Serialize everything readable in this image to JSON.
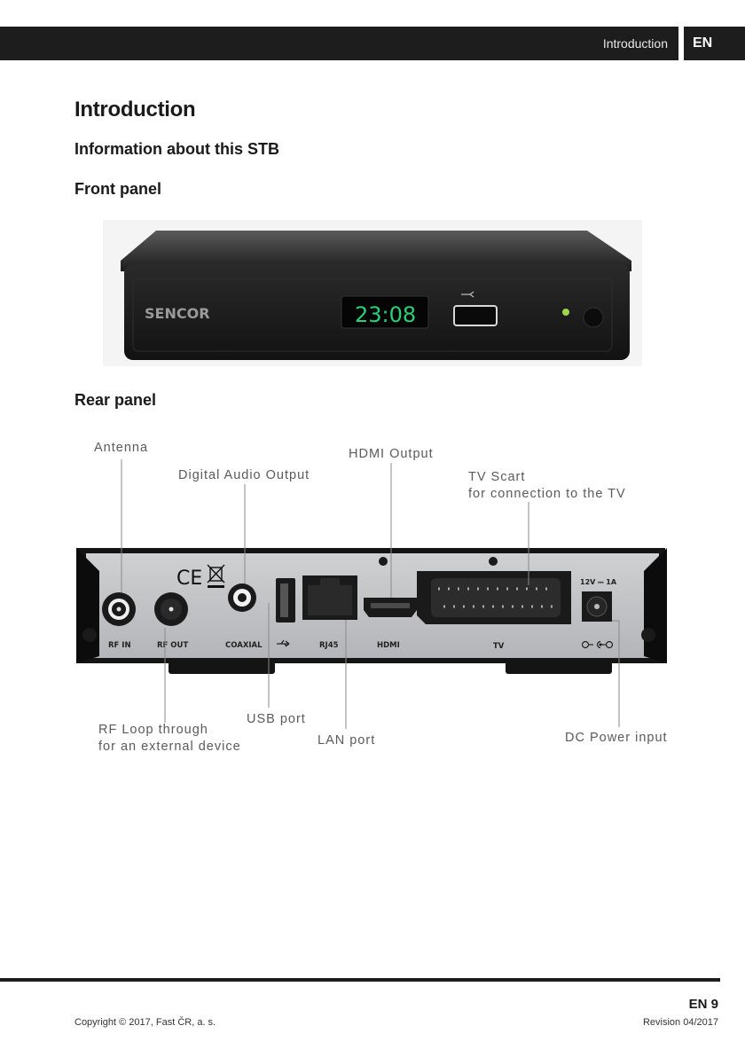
{
  "header": {
    "section": "Introduction",
    "lang": "EN"
  },
  "title": "Introduction",
  "subtitle": "Information about this STB",
  "front_panel": {
    "heading": "Front panel",
    "brand": "SENCOR",
    "clock": "23:08"
  },
  "rear_panel": {
    "heading": "Rear panel",
    "callouts": {
      "antenna": "Antenna",
      "digital_audio": "Digital Audio Output",
      "hdmi_output": "HDMI Output",
      "tv_scart_1": "TV Scart",
      "tv_scart_2": "for connection to the TV",
      "rf_loop_1": "RF Loop through",
      "rf_loop_2": "for an external device",
      "usb": "USB port",
      "lan": "LAN port",
      "dc": "DC Power input"
    },
    "port_labels": {
      "rf_in": "RF IN",
      "rf_out": "RF OUT",
      "coaxial": "COAXIAL",
      "rj45": "RJ45",
      "hdmi": "HDMI",
      "tv": "TV",
      "power_rating": "12V ⎓ 1A",
      "ce": "CE"
    }
  },
  "footer": {
    "copyright": "Copyright © 2017, Fast ČR, a. s.",
    "page": "EN 9",
    "revision": "Revision 04/2017"
  }
}
